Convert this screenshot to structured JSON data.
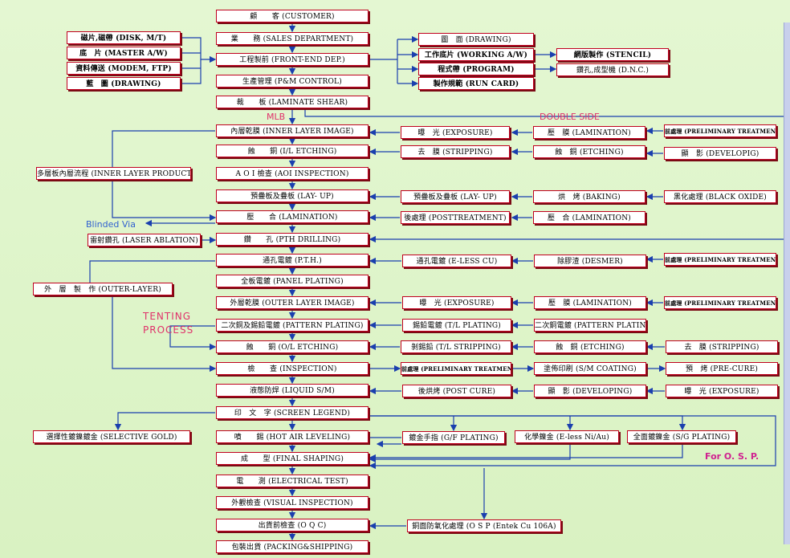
{
  "main_flow": [
    "顧　　客 (CUSTOMER)",
    "業　　務 (SALES DEPARTMENT)",
    "工程製前 (FRONT-END DEP.)",
    "生產管理 (P&M CONTROL)",
    "裁　　板 (LAMINATE SHEAR)",
    "內層乾膜 (INNER LAYER IMAGE)",
    "蝕　　銅 (I/L ETCHING)",
    "A O I 檢查 (AOI INSPECTION)",
    "預疊板及疊板 (LAY- UP)",
    "壓　　合 (LAMINATION)",
    "鑽　　孔 (PTH DRILLING)",
    "通孔電鍍 (P.T.H.)",
    "全板電鍍 (PANEL PLATING)",
    "外層乾膜 (OUTER LAYER IMAGE)",
    "二次銅及錫鉛電鍍 (PATTERN PLATING)",
    "蝕　　銅 (O/L ETCHING)",
    "檢　　查 (INSPECTION)",
    "液態防焊 (LIQUID S/M)",
    "印　文　字 (SCREEN LEGEND)",
    "噴　　錫 (HOT AIR LEVELING)",
    "成　　型 (FINAL SHAPING)",
    "電　　測 (ELECTRICAL TEST)",
    "外觀檢查 (VISUAL INSPECTION)",
    "出貨前檢查 (O Q C)",
    "包裝出貨 (PACKING&SHIPPING)"
  ],
  "inputs": [
    "磁片,磁帶 (DISK, M/T)",
    "底　片 (MASTER A/W)",
    "資料傳送 (MODEM, FTP)",
    "藍　圖 (DRAWING)"
  ],
  "front_end_outputs": [
    "圖　面 (DRAWING)",
    "工作底片 (WORKING A/W)",
    "程式帶 (PROGRAM)",
    "製作規範 (RUN CARD)"
  ],
  "tooling": [
    "網版製作 (STENCIL)",
    "鑽孔,成型機 (D.N.C.)"
  ],
  "inner_chain": [
    [
      "曝　光 (EXPOSURE)",
      "壓　膜 (LAMINATION)",
      "前處理 (PRELIMINARY TREATMENT)"
    ],
    [
      "去　膜 (STRIPPING)",
      "蝕　銅 (ETCHING)",
      "顯　影 (DEVELOPIG)"
    ],
    [
      "預疊板及疊板 (LAY- UP)",
      "烘　烤 (BAKING)",
      "黑化處理 (BLACK OXIDE)"
    ],
    [
      "後處理 (POSTTREATMENT)",
      "壓　合 (LAMINATION)"
    ]
  ],
  "pth_chain": [
    "通孔電鍍 (E-LESS CU)",
    "除膠渣 (DESMER)",
    "前處理 (PRELIMINARY TREATMENT)"
  ],
  "outer_chain": [
    [
      "曝　光 (EXPOSURE)",
      "壓　膜 (LAMINATION)",
      "前處理 (PRELIMINARY TREATMENT)"
    ],
    [
      "錫鉛電鍍 (T/L PLATING)",
      "二次銅電鍍 (PATTERN PLATING)"
    ],
    [
      "剝錫鉛 (T/L STRIPPING)",
      "蝕　銅 (ETCHING)",
      "去　膜 (STRIPPING)"
    ],
    [
      "前處理 (PRELIMINARY TREATMENT)",
      "塗佈印刷 (S/M COATING)",
      "預　烤 (PRE-CURE)"
    ],
    [
      "後烘烤 (POST CURE)",
      "顯　影 (DEVELOPING)",
      "曝　光 (EXPOSURE)"
    ]
  ],
  "finish_options": [
    "鍍金手指 (G/F PLATING)",
    "化學鎳金 (E-less Ni/Au)",
    "全面鍍鎳金 (S/G PLATING)"
  ],
  "osp_box": "銅面防氧化處理 (O S P (Entek Cu 106A)",
  "side_boxes": {
    "inner_layer_product": "多層板內層流程 (INNER LAYER PRODUCT)",
    "laser": "雷射鑽孔 (LASER ABLATION)",
    "outer_layer": "外　層　製　作 (OUTER-LAYER)",
    "selective_gold": "選擇性鍍鎳鍍金 (SELECTIVE GOLD)"
  },
  "labels": {
    "mlb": "MLB",
    "double_side": "DOUBLE SIDE",
    "blinded_via": "Blinded Via",
    "tenting": "TENTING",
    "process": "PROCESS",
    "for_osp": "For O. S. P."
  },
  "colors": {
    "background": "#dff4c9",
    "box_border": "#c0001e",
    "arrow": "#1a3fae"
  }
}
